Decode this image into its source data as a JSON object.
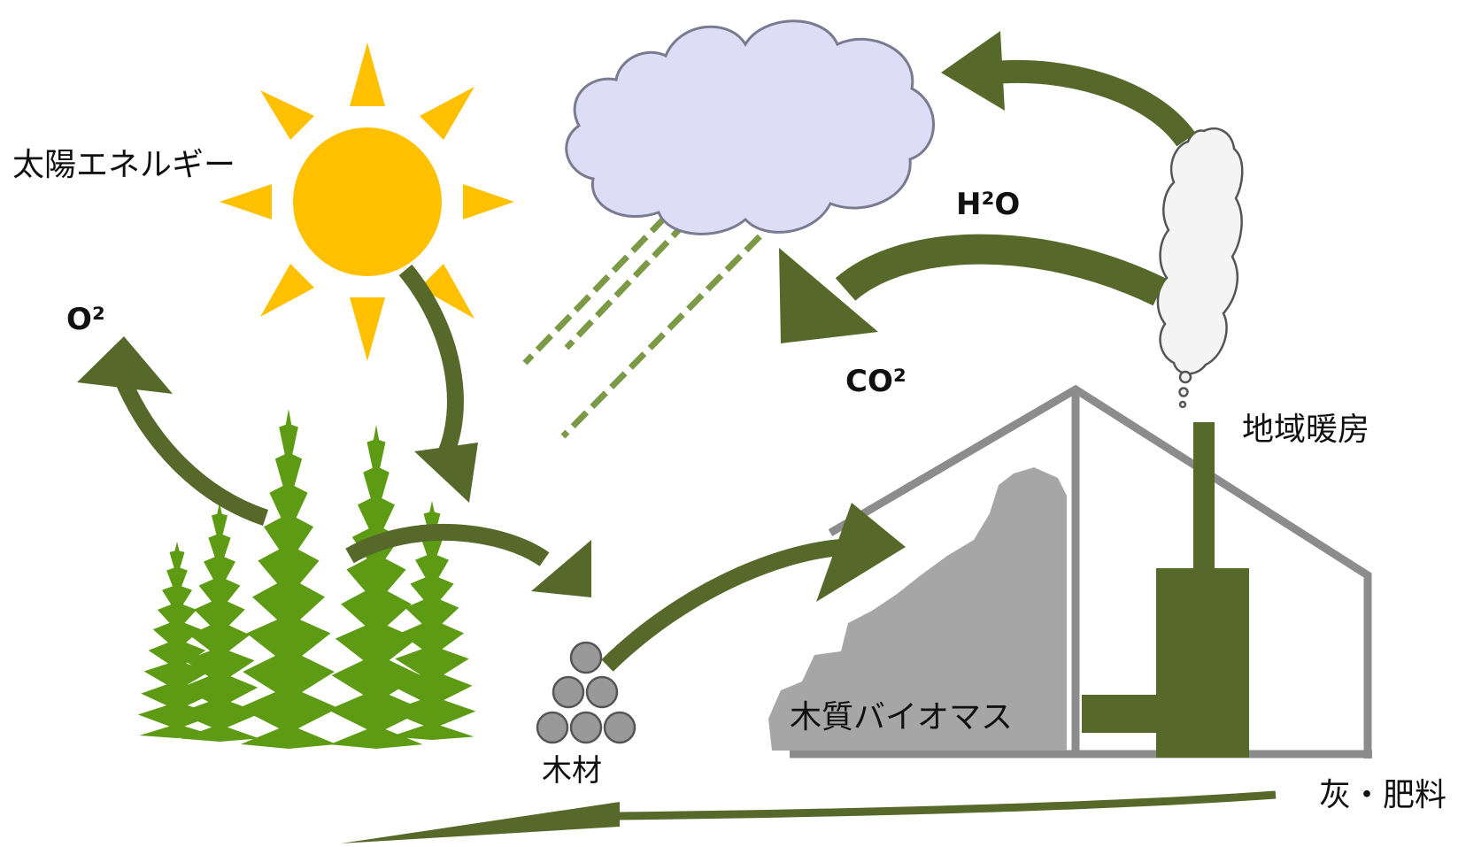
{
  "labels": {
    "solar_energy": "太陽エネルギー",
    "oxygen": "O²",
    "water": "H²O",
    "carbon_dioxide": "CO²",
    "district_heating": "地域暖房",
    "woody_biomass": "木質バイオマス",
    "timber": "木材",
    "ash_fertilizer": "灰・肥料"
  },
  "colors": {
    "arrow": "#56692b",
    "tree": "#5d9b14",
    "sun": "#ffc000",
    "cloud_fill": "#ddddf8",
    "cloud_stroke": "#7a7a90",
    "rain": "#7c9a45",
    "building": "#8c8c8c",
    "biomass": "#a6a6a6",
    "boiler": "#56692b",
    "smoke_fill": "#f2f2f2",
    "logs": "#999999"
  },
  "icons": {
    "sun": "sun-icon",
    "cloud": "cloud-icon",
    "forest": "forest-icon",
    "smoke": "smoke-icon",
    "logs": "log-pile-icon",
    "plant": "biomass-plant-icon"
  }
}
